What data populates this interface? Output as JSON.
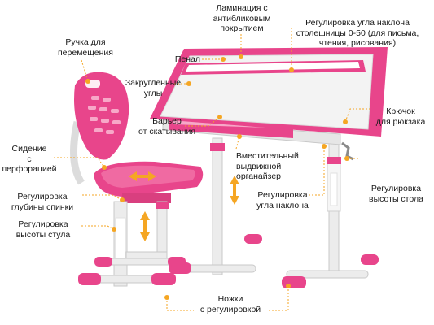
{
  "accent_color": "#e8458b",
  "pointer_color": "#f5a623",
  "labels": {
    "lamination": "Ламинация с\nантибликовым\nпокрытием",
    "tilt_range": "Регулировка угла наклона\nстолешницы 0-50 (для письма,\nчтения, рисования)",
    "handle": "Ручка для\nперемещения",
    "pencil_case": "Пенал",
    "rounded_corners": "Закругленные\nуглы",
    "hook": "Крючок\nдля рюкзака",
    "roll_barrier": "Барьер\nот скатывания",
    "perforated_seat": "Сидение\nс перфорацией",
    "organizer": "Вместительный\nвыдвижной\nорганайзер",
    "back_depth": "Регулировка\nглубины спинки",
    "tilt_adjust": "Регулировка\nугла наклона",
    "desk_height": "Регулировка\nвысоты стола",
    "chair_height": "Регулировка\nвысоты стула",
    "feet": "Ножки\nс регулировкой"
  }
}
